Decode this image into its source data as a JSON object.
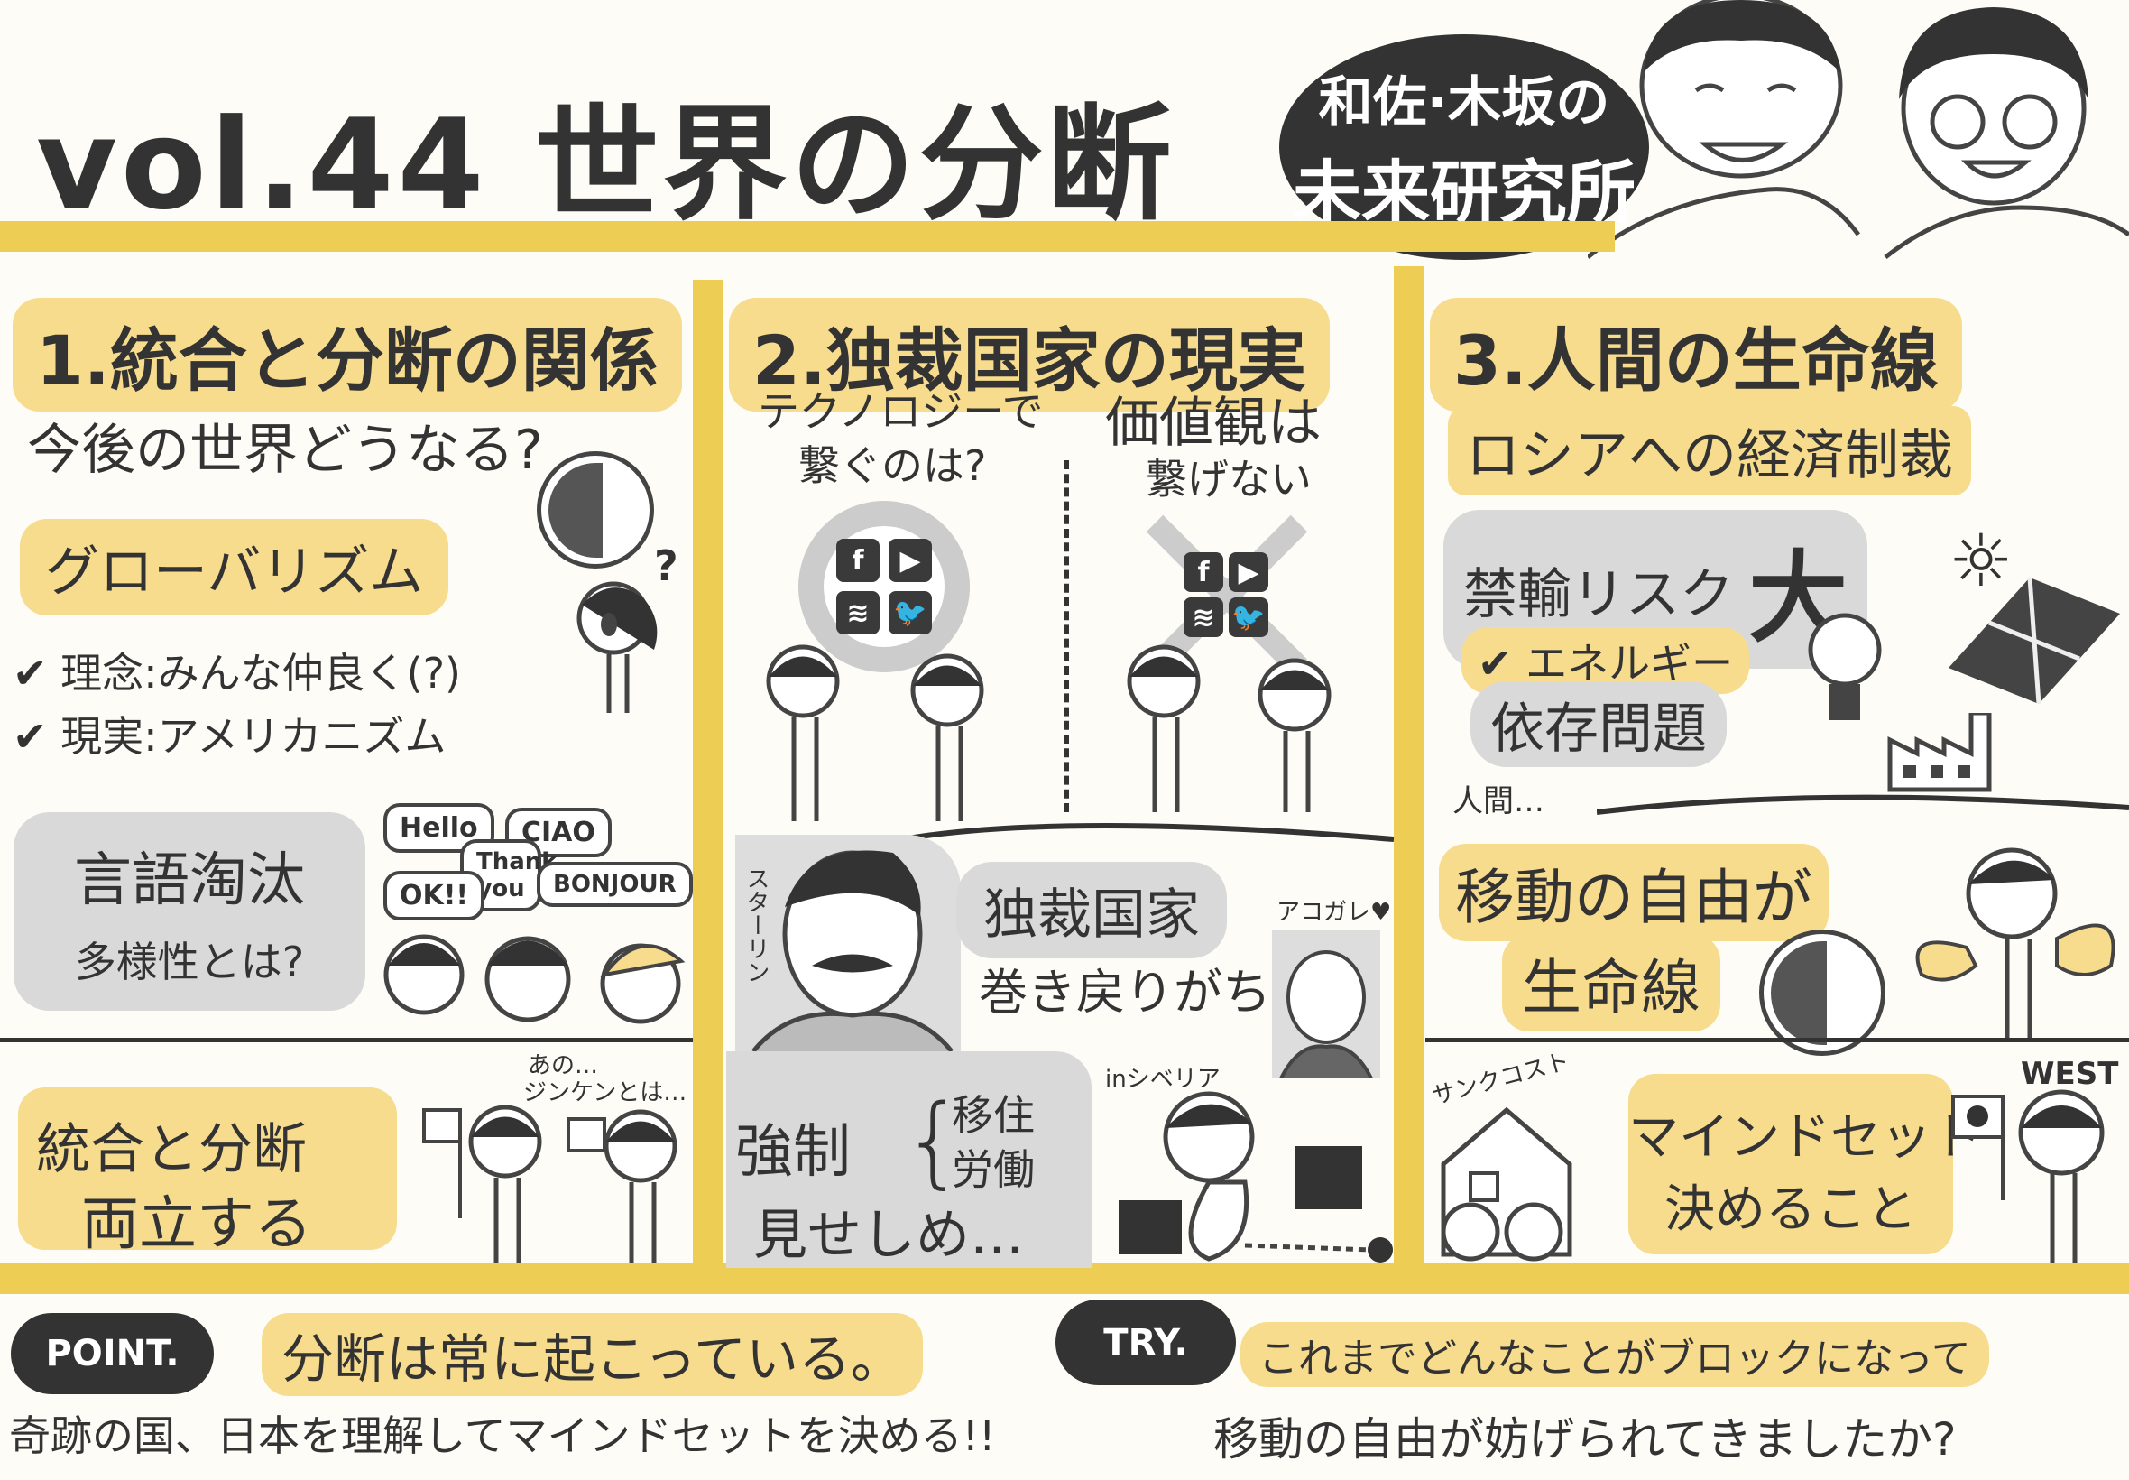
{
  "header": {
    "title": "vol.44 世界の分断",
    "lab_line1": "和佐·木坂の",
    "lab_line2": "未来研究所"
  },
  "section1": {
    "title": "1.統合と分断の関係",
    "question": "今後の世界どうなる?",
    "globalism": "グローバリズム",
    "qmark": "?",
    "item1": "理念:みんな仲良く(?)",
    "item2": "現実:アメリカニズム",
    "lang1": "言語淘汰",
    "lang2": "多様性とは?",
    "bubbles": [
      "Hello",
      "CIAO",
      "Thank you",
      "OK!!",
      "BONJOUR"
    ],
    "speech1": "あの…",
    "speech2": "ジンケンとは…",
    "coexist1": "統合と分断",
    "coexist2": "両立する"
  },
  "section2": {
    "title": "2.独裁国家の現実",
    "tech1": "テクノロジーで",
    "tech2": "繋ぐのは?",
    "values1": "価値観は",
    "values2": "繋げない",
    "stalin": "スターリン",
    "dict1": "独裁国家",
    "dict2": "巻き戻りがち",
    "akogare": "アコガレ♥",
    "siberia": "inシベリア",
    "forced": "強制",
    "forced_a": "移住",
    "forced_b": "労働",
    "example": "見せしめ…",
    "icons": [
      "f",
      "▶",
      "≋",
      "🐦"
    ]
  },
  "section3": {
    "title": "3.人間の生命線",
    "sanctions": "ロシアへの経済制裁",
    "embargo": "禁輸リスク",
    "big": "大",
    "energy1": "エネルギー",
    "energy2": "依存問題",
    "human": "人間…",
    "freedom1": "移動の自由が",
    "freedom2": "生命線",
    "sunk": "サンクコスト",
    "west": "WEST",
    "mind1": "マインドセット",
    "mind2": "決めること"
  },
  "footer": {
    "point_label": "POINT.",
    "point1": "分断は常に起こっている。",
    "point2": "奇跡の国、日本を理解してマインドセットを決める!!",
    "try_label": "TRY.",
    "try1": "これまでどんなことがブロックになって",
    "try2": "移動の自由が妨げられてきましたか?"
  },
  "colors": {
    "accent": "#eecd55",
    "highlight": "#f7dc8e",
    "grey": "#d9d9d9",
    "ink": "#333333"
  }
}
